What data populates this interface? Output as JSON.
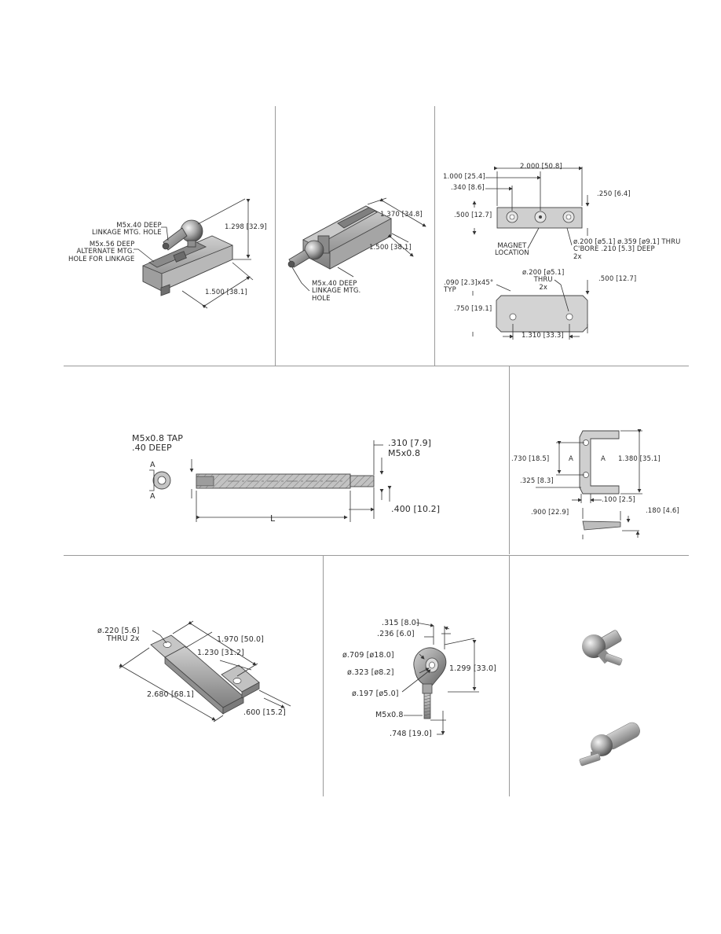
{
  "panel1": {
    "label_tap": "M5x.40 DEEP\nLINKAGE MTG. HOLE",
    "label_alt": "M5x.56 DEEP\nALTERNATE MTG.\nHOLE FOR LINKAGE",
    "dim_height": "1.298 [32.9]",
    "dim_length": "1.500 [38.1]"
  },
  "panel2": {
    "dim_width": "1.370 [34.8]",
    "dim_length": "1.500 [38.1]",
    "label_tap": "M5x.40 DEEP\nLINKAGE MTG.\nHOLE"
  },
  "panel3": {
    "dim_1000": "1.000 [25.4]",
    "dim_2000": "2.000 [50.8]",
    "dim_340": ".340 [8.6]",
    "dim_250": ".250 [6.4]",
    "dim_500": ".500 [12.7]",
    "magnet": "MAGNET\nLOCATION",
    "cbore": "ø.200 [ø5.1] ø.359 [ø9.1] THRU\nC'BORE .210 [5.3] DEEP\n2x",
    "chamfer": ".090 [2.3]x45°\nTYP",
    "thru_hole": "ø.200 [ø5.1]\nTHRU\n2x",
    "dim_500b": ".500 [12.7]",
    "dim_750": ".750 [19.1]",
    "dim_1310": "1.310 [33.3]"
  },
  "panel4": {
    "tap": "M5x0.8 TAP\n.40 DEEP",
    "dim_310": ".310 [7.9]",
    "thread": "M5x0.8",
    "dim_400": ".400 [10.2]",
    "dim_L": "L",
    "section_a1": "A",
    "section_a2": "A"
  },
  "panel5": {
    "dim_730": ".730 [18.5]",
    "dim_1380": "1.380 [35.1]",
    "dim_325": ".325 [8.3]",
    "dim_100": ".100 [2.5]",
    "dim_900": ".900 [22.9]",
    "dim_180": ".180 [4.6]",
    "sec_a1": "A",
    "sec_a2": "A"
  },
  "panel6": {
    "hole": "ø.220 [5.6]\nTHRU 2x",
    "dim_1970": "1.970 [50.0]",
    "dim_1230": "1.230 [31.2]",
    "dim_2680": "2.680 [68.1]",
    "dim_600": ".600 [15.2]"
  },
  "panel7": {
    "dim_315": ".315 [8.0]",
    "dim_236": ".236 [6.0]",
    "dim_709": "ø.709 [ø18.0]",
    "dim_323": "ø.323 [ø8.2]",
    "dim_1299": "1.299 [33.0]",
    "dim_197": "ø.197 [ø5.0]",
    "thread": "M5x0.8",
    "dim_748": ".748 [19.0]"
  }
}
